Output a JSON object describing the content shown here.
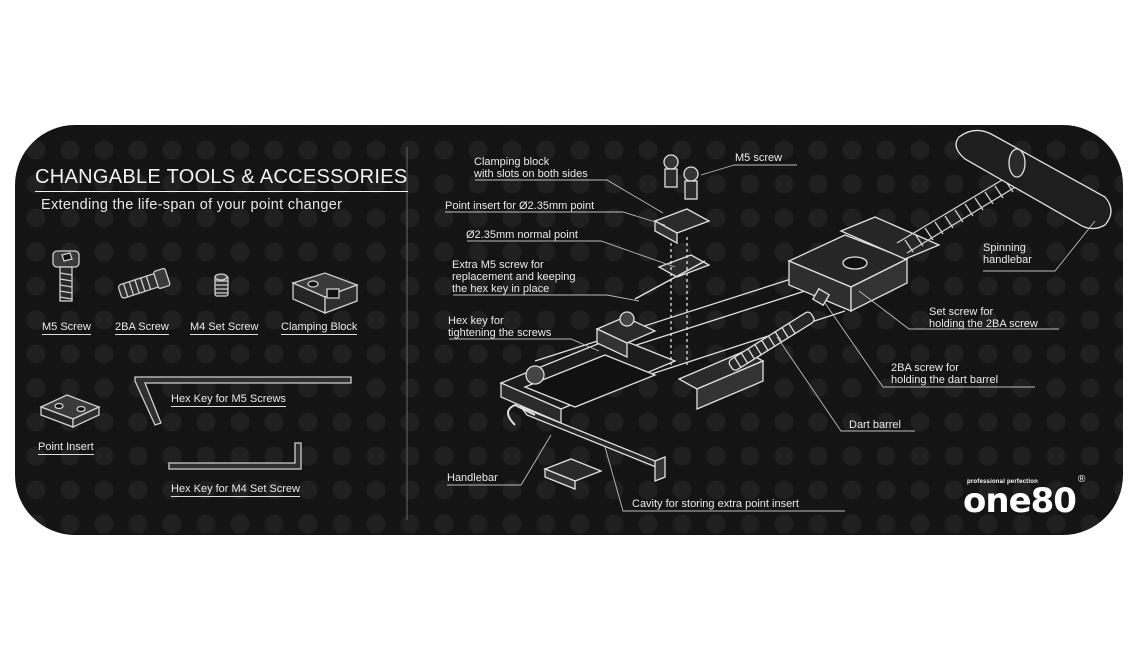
{
  "left_panel": {
    "title": "CHANGABLE TOOLS & ACCESSORIES",
    "subtitle": "Extending the life-span of your point changer",
    "items": [
      {
        "label": "M5 Screw"
      },
      {
        "label": "2BA Screw"
      },
      {
        "label": "M4 Set Screw"
      },
      {
        "label": "Clamping Block"
      },
      {
        "label": "Point Insert"
      },
      {
        "label": "Hex Key for M5 Screws"
      },
      {
        "label": "Hex Key for M4 Set Screw"
      }
    ]
  },
  "callouts": [
    {
      "text": "Clamping block\nwith slots on both sides"
    },
    {
      "text": "M5 screw"
    },
    {
      "text": "Point insert for Ø2.35mm point"
    },
    {
      "text": "Ø2.35mm normal point"
    },
    {
      "text": "Extra M5 screw for\nreplacement and keeping\nthe hex key in place"
    },
    {
      "text": "Hex key for\ntightening the screws"
    },
    {
      "text": "Spinning\nhandlebar"
    },
    {
      "text": "Set screw for\nholding the 2BA screw"
    },
    {
      "text": "2BA screw for\nholding the dart barrel"
    },
    {
      "text": "Dart barrel"
    },
    {
      "text": "Handlebar"
    },
    {
      "text": "Cavity for storing extra point insert"
    }
  ],
  "brand": {
    "tagline": "professional perfection",
    "name": "one80",
    "registered": "®"
  },
  "colors": {
    "mat_background": "#141414",
    "text": "#eaeaea",
    "page_background": "#ffffff"
  }
}
